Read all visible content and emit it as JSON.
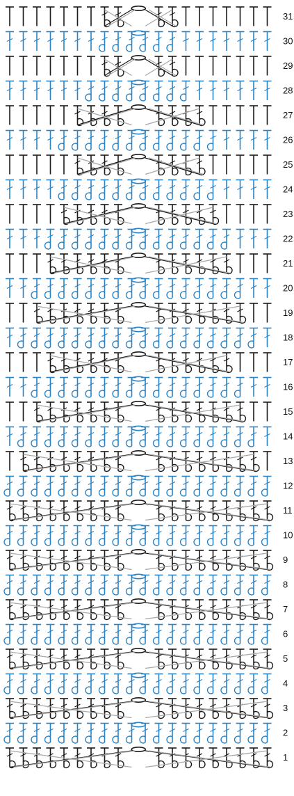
{
  "pattern": {
    "row_labels": [
      "31",
      "30",
      "29",
      "28",
      "27",
      "26",
      "25",
      "24",
      "23",
      "22",
      "21",
      "20",
      "19",
      "18",
      "17",
      "16",
      "15",
      "14",
      "13",
      "12",
      "11",
      "10",
      "9",
      "8",
      "7",
      "6",
      "5",
      "4",
      "3",
      "2",
      "1"
    ],
    "stitch_columns": 20,
    "colors": {
      "odd_row": "#1a1a1a",
      "even_row": "#2a83c4",
      "cable_light": "#a8a8a8",
      "background": "#ffffff"
    },
    "symbols": {
      "tall": "treble-crochet",
      "post": "front-post-stitch",
      "chain": "chain-oval",
      "cable": "crossed-cable"
    }
  }
}
